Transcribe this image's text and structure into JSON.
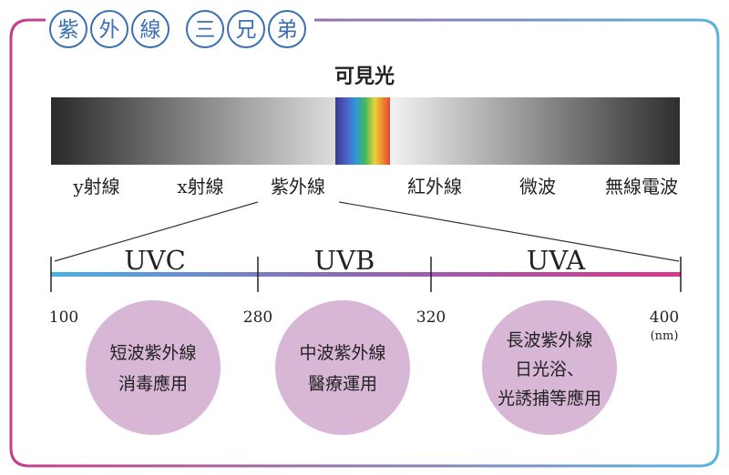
{
  "title": {
    "chars": [
      "紫",
      "外",
      "線",
      "三",
      "兄",
      "弟"
    ],
    "color": "#3a6fb3"
  },
  "frame": {
    "gradient_start": "#c83c8c",
    "gradient_end": "#5ab4d8"
  },
  "spectrum": {
    "visible_label": "可見光",
    "labels": [
      "y射線",
      "x射線",
      "紫外線",
      "紅外線",
      "微波",
      "無線電波"
    ]
  },
  "uv_scale": {
    "bands": [
      "UVC",
      "UVB",
      "UVA"
    ],
    "ticks": [
      "100",
      "280",
      "320",
      "400"
    ],
    "unit": "(nm)"
  },
  "circles": [
    {
      "lines": [
        "短波紫外線",
        "消毒應用"
      ]
    },
    {
      "lines": [
        "中波紫外線",
        "醫療運用"
      ]
    },
    {
      "lines": [
        "長波紫外線",
        "日光浴、",
        "光誘捕等應用"
      ]
    }
  ],
  "colors": {
    "circle_fill": "#d8b6d6",
    "scale_start": "#4ab0e0",
    "scale_end": "#d6378c",
    "title_ring": "#3a6fb3"
  }
}
